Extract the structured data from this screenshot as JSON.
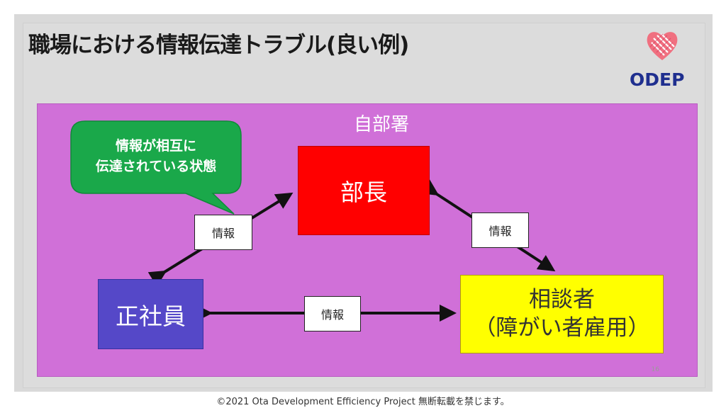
{
  "slide": {
    "title": "職場における情報伝達トラブル(良い例)",
    "page_number": "16"
  },
  "logo": {
    "text": "ODEP",
    "icon": "heart-icon",
    "colors": {
      "heart": "#e8586e",
      "text": "#1f2f8f"
    }
  },
  "diagram": {
    "department_label": "自部署",
    "callout": "情報が相互に\n伝達されている状態",
    "nodes": {
      "manager": "部長",
      "employee": "正社員",
      "consultant_line1": "相談者",
      "consultant_line2": "（障がい者雇用）"
    },
    "info_label": "情報",
    "colors": {
      "department": "#d070d8",
      "manager": "#ff0000",
      "employee": "#5548c8",
      "consultant": "#ffff00",
      "callout": "#1aa84a"
    }
  },
  "footer": {
    "copyright": "©2021  Ota Development Efficiency Project 無断転載を禁じます。"
  }
}
